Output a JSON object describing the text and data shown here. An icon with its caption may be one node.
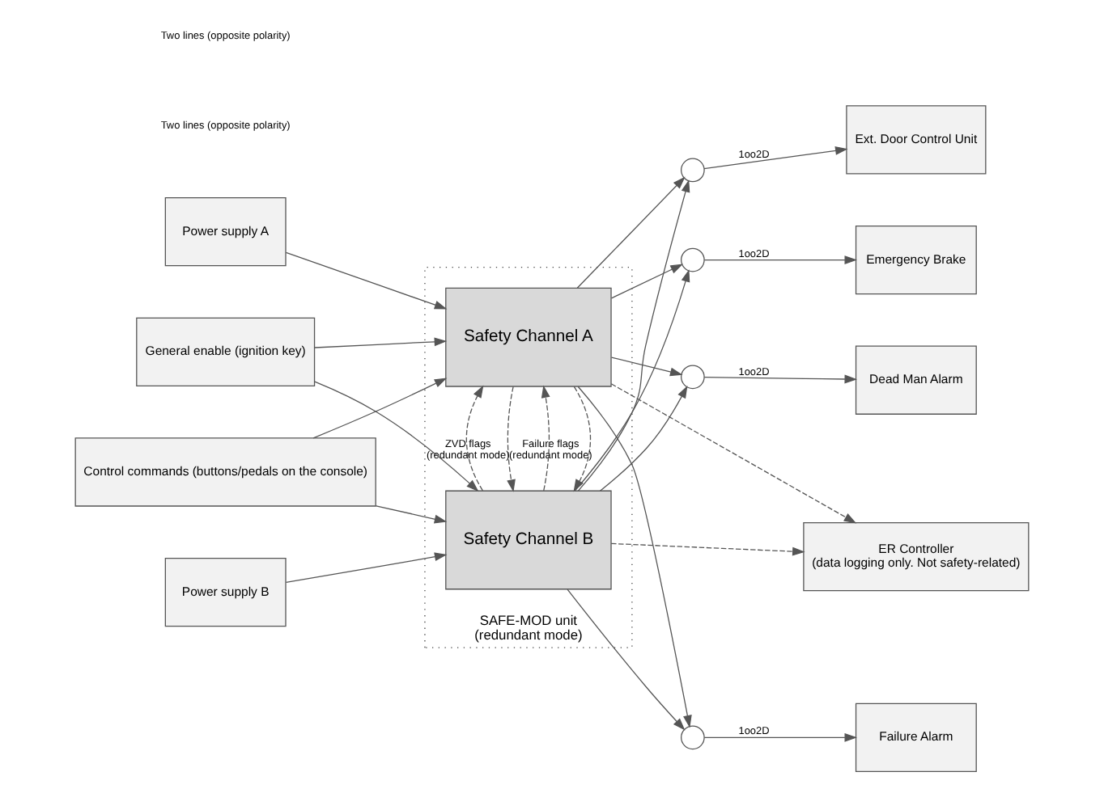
{
  "diagram": {
    "nodes": [
      {
        "text": [
          "SAFE-MOD unit",
          "(redundant mode)"
        ]
      },
      {
        "text": [
          "Power supply A"
        ]
      },
      {
        "text": [
          "General enable (ignition key)"
        ]
      },
      {
        "text": [
          "Control commands (buttons/pedals on the console)"
        ]
      },
      {
        "text": [
          "Power supply B"
        ]
      },
      {
        "text": [
          "Safety Channel A"
        ],
        "in": 0
      },
      {
        "text": [
          "Safety Channel B"
        ],
        "in": 0
      },
      {
        "text": [],
        "shape": "circle"
      },
      {
        "text": [],
        "shape": "circle"
      },
      {
        "text": [],
        "shape": "circle"
      },
      {
        "text": [],
        "shape": "circle"
      },
      {
        "text": [
          "Ext. Door Control Unit"
        ]
      },
      {
        "text": [
          "Emergency Brake"
        ]
      },
      {
        "text": [
          "ER Controller",
          "(data logging only. Not safety-related)"
        ]
      },
      {
        "text": [
          "Dead Man Alarm"
        ]
      },
      {
        "text": [
          "Failure Alarm"
        ]
      }
    ],
    "edges": [
      {
        "from": 1,
        "to": 5,
        "arrow": "to"
      },
      {
        "from": 3,
        "to": 5,
        "arrow": "to"
      },
      {
        "from": 2,
        "to": 5,
        "arrow": "to"
      },
      {
        "from": 2,
        "to": 6,
        "arrow": "to"
      },
      {
        "from": 3,
        "to": 6,
        "arrow": "to"
      },
      {
        "from": 4,
        "to": 6,
        "arrow": "to"
      },
      {
        "from": 5,
        "to": 6,
        "arrow": "to",
        "style": "dashed",
        "label": "Failure flags (redundant mode)"
      },
      {
        "from": 6,
        "to": 5,
        "arrow": "to",
        "style": "dashed"
      },
      {
        "from": 5,
        "to": 6,
        "arrow": "to",
        "style": "dashed",
        "label": "ZVD flags (redundant mode)"
      },
      {
        "from": 6,
        "to": 5,
        "arrow": "to",
        "style": "dashed"
      },
      {
        "from": 5,
        "to": 13,
        "arrow": "to",
        "style": "dashed"
      },
      {
        "from": 6,
        "to": 13,
        "arrow": "to",
        "style": "dashed"
      },
      {
        "from": 5,
        "to": 7,
        "arrow": "to"
      },
      {
        "from": 5,
        "to": 8,
        "arrow": "to"
      },
      {
        "from": 5,
        "to": 9,
        "arrow": "to"
      },
      {
        "from": 5,
        "to": 10,
        "arrow": "to"
      },
      {
        "from": 6,
        "to": 7,
        "arrow": "to"
      },
      {
        "from": 6,
        "to": 8,
        "arrow": "to"
      },
      {
        "from": 6,
        "to": 9,
        "arrow": "to"
      },
      {
        "from": 6,
        "to": 10,
        "arrow": "to"
      },
      {
        "from": 7,
        "to": 11,
        "arrow": "to",
        "label": "1oo2D"
      },
      {
        "from": 8,
        "to": 12,
        "arrow": "to",
        "label": "1oo2D"
      },
      {
        "from": 9,
        "to": 14,
        "arrow": "to",
        "label": "1oo2D"
      },
      {
        "from": 10,
        "to": 15,
        "arrow": "to",
        "label": "1oo2D"
      }
    ],
    "labels": [
      "Two lines (opposite polarity)",
      "Two lines (opposite polarity)"
    ]
  }
}
